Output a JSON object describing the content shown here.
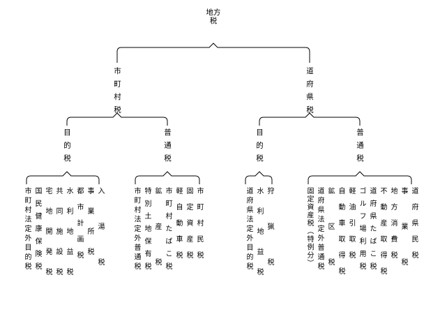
{
  "root": {
    "lines": [
      "地方",
      "税"
    ]
  },
  "branches": [
    {
      "label": "市町村税",
      "groups": [
        {
          "label": "目的税",
          "items": [
            "市町村法定外目的税",
            "国民健康保険税",
            "宅地開発税",
            "共同施設税",
            "水利地益税",
            "都市計画税",
            "事業所税",
            "入湯税"
          ]
        },
        {
          "label": "普通税",
          "items": [
            "市町村法定外普通税",
            "特別土地保有税",
            "鉱産税",
            "市町村たばこ税",
            "軽自動車税",
            "固定資産税",
            "市町村民税"
          ]
        }
      ]
    },
    {
      "label": "道府県税",
      "groups": [
        {
          "label": "目的税",
          "items": [
            "道府県法定外目的税",
            "水利地益税",
            "狩猟税"
          ]
        },
        {
          "label": "普通税",
          "items": [
            "固定資産税（特例分）",
            "道府県法定外普通税",
            "鉱区税",
            "自動車取得税",
            "軽油引取税",
            "ゴルフ場利用税",
            "道府県たばこ税",
            "不動産取得税",
            "地方消費税",
            "事業税",
            "道府県民税"
          ]
        }
      ]
    }
  ]
}
